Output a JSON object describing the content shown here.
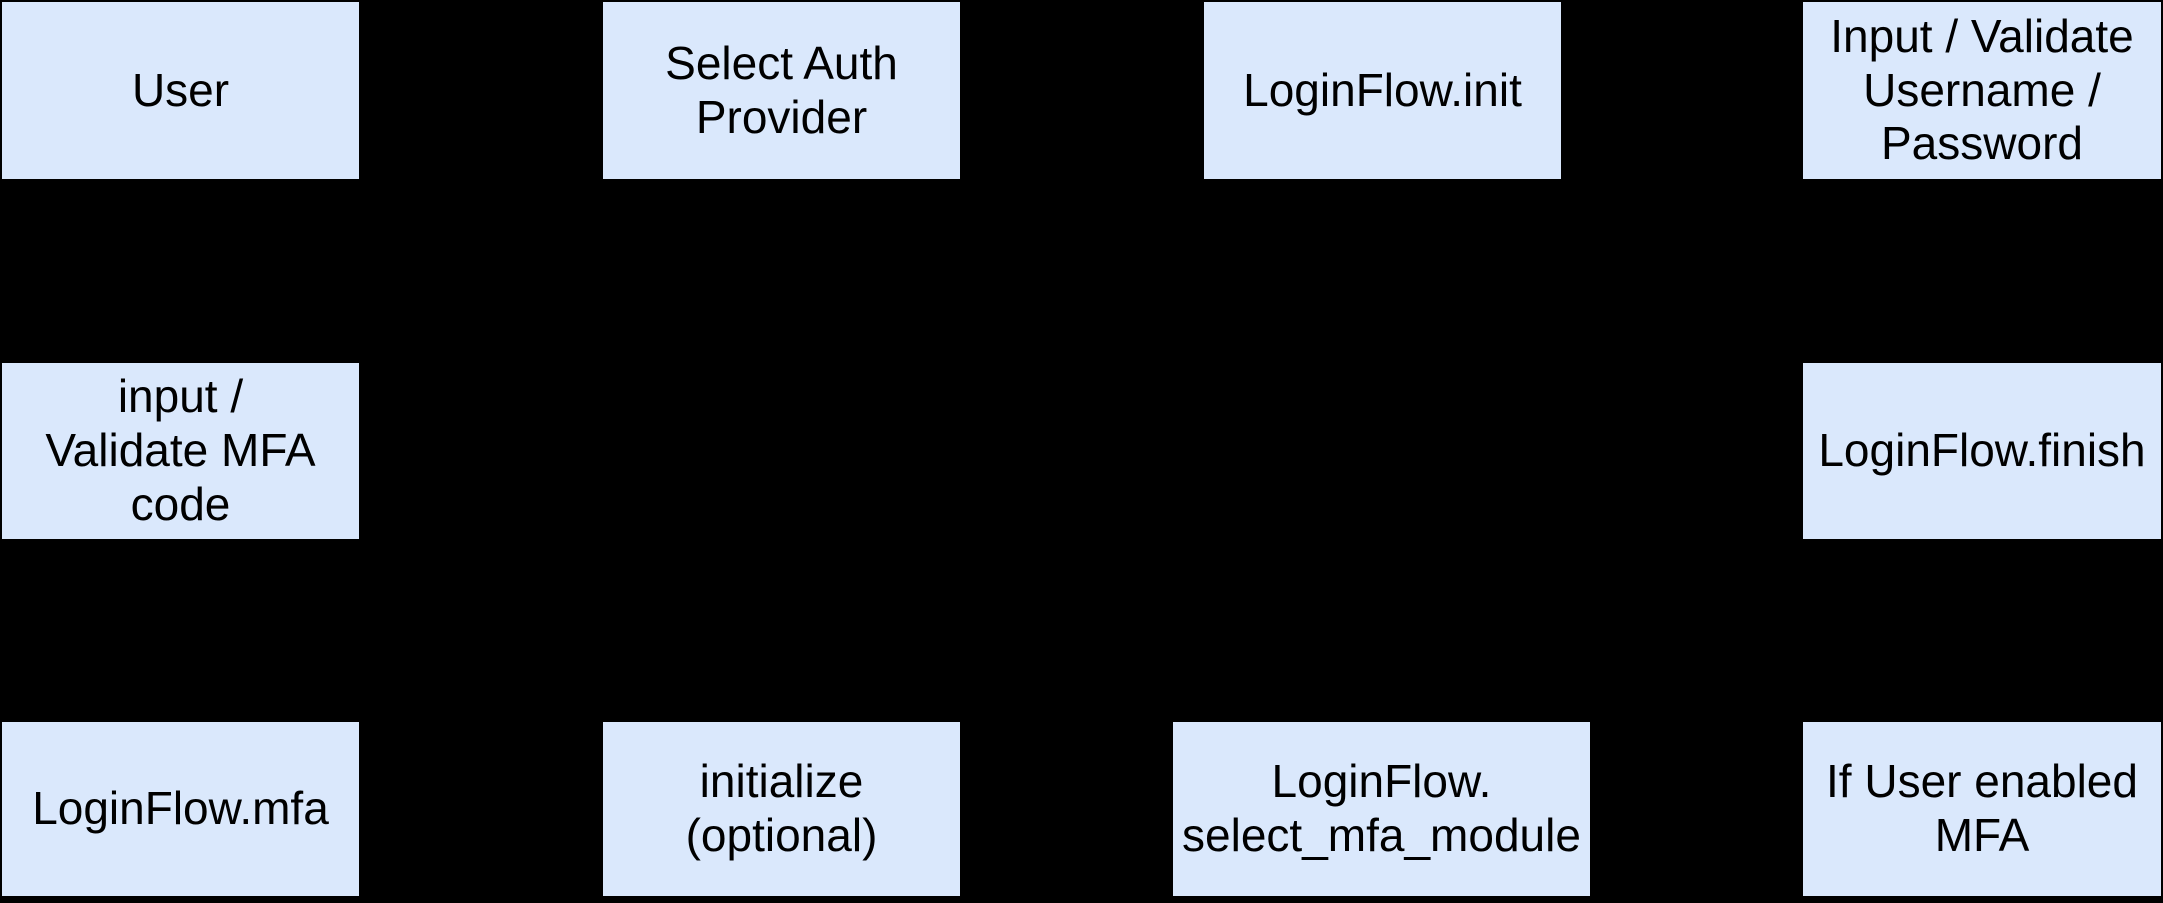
{
  "diagram": {
    "type": "flowchart",
    "background_color": "#000000",
    "node_fill_color": "#dae8fc",
    "node_text_color": "#000000",
    "nodes": [
      {
        "id": "user",
        "label": "User"
      },
      {
        "id": "select-auth-provider",
        "label": "Select Auth\nProvider"
      },
      {
        "id": "loginflow-init",
        "label": "LoginFlow.init"
      },
      {
        "id": "input-validate-username-password",
        "label": "Input / Validate\nUsername /\nPassword"
      },
      {
        "id": "input-validate-mfa-code",
        "label": "input /\nValidate MFA\ncode"
      },
      {
        "id": "loginflow-finish",
        "label": "LoginFlow.finish"
      },
      {
        "id": "loginflow-mfa",
        "label": "LoginFlow.mfa"
      },
      {
        "id": "initialize-optional",
        "label": "initialize\n(optional)"
      },
      {
        "id": "loginflow-select-mfa-module",
        "label": "LoginFlow.\nselect_mfa_module"
      },
      {
        "id": "if-user-enabled-mfa",
        "label": "If User enabled\nMFA"
      }
    ]
  }
}
